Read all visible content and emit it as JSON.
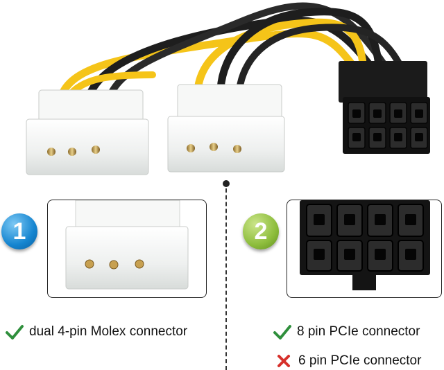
{
  "colors": {
    "yellow_wire": "#f5c419",
    "black_wire": "#1e1e1e",
    "molex_body": "#f4f5f4",
    "pcie_body": "#1a1a1a",
    "check_green": "#2f8f3c",
    "cross_red": "#d6302b",
    "badge_blue": "#1585d0",
    "badge_green": "#8dbd3c"
  },
  "sections": [
    {
      "badge": "1",
      "feature": "dual 4-pin Molex connector",
      "status": "check-icon"
    },
    {
      "badge": "2",
      "features": [
        {
          "text": "8 pin PCIe connector",
          "status": "check-icon"
        },
        {
          "text": "6 pin PCIe connector",
          "status": "cross-icon"
        }
      ]
    }
  ]
}
